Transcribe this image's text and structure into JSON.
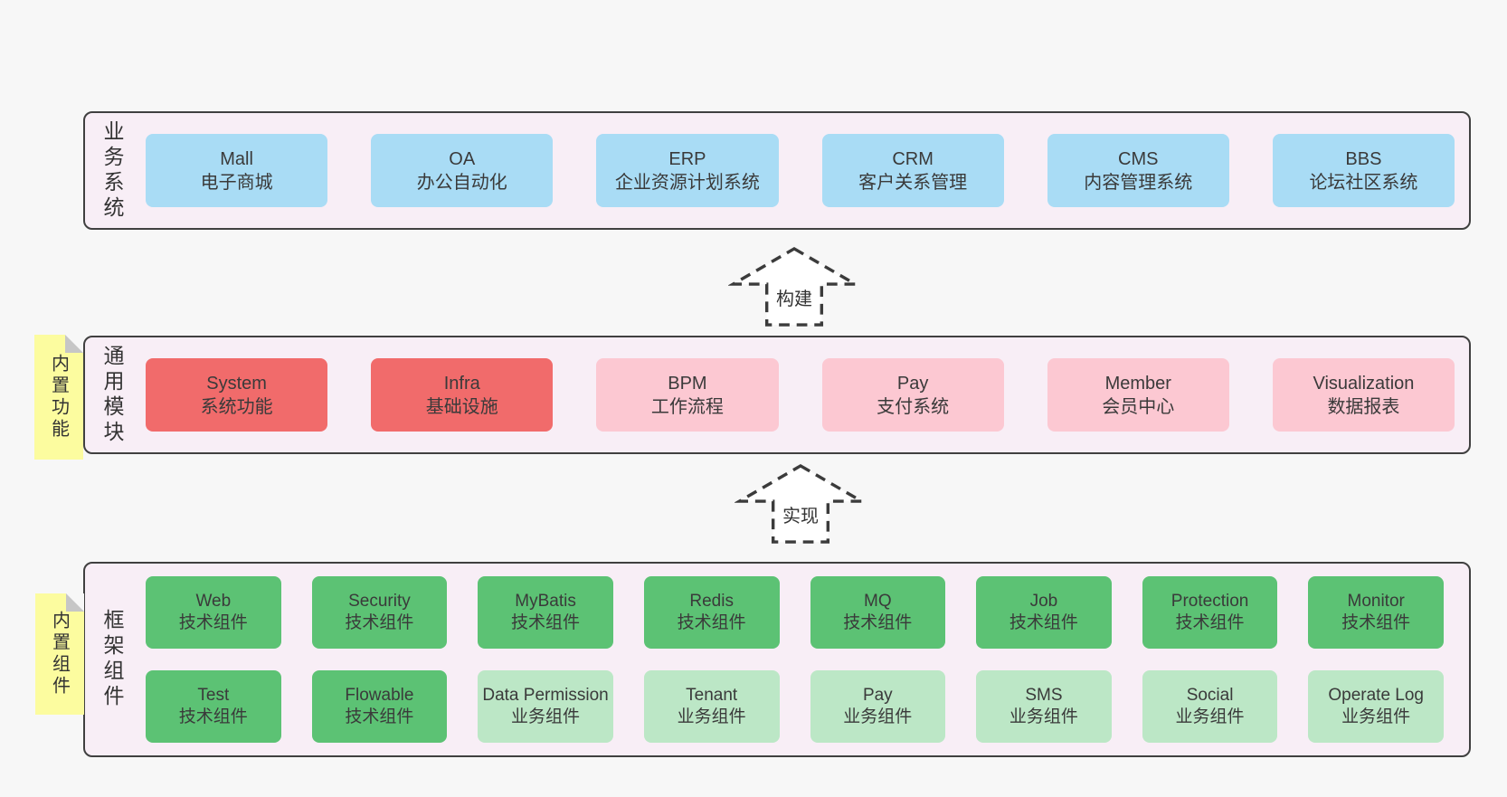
{
  "diagram": {
    "background": "#f7f7f7",
    "panel_fill": "#f8eef6",
    "panel_border": "#404040",
    "colors": {
      "business_box_blue": "#a9dcf5",
      "core_module_red": "#f16b6b",
      "module_pink": "#fcc8d2",
      "tech_component_green": "#5cc274",
      "biz_component_light_green": "#bce7c6",
      "sticky_yellow": "#fcfc9f",
      "text": "#3a3a3a"
    },
    "arrows": [
      {
        "label": "构建"
      },
      {
        "label": "实现"
      }
    ],
    "sections": {
      "business": {
        "side_label": "业务系统",
        "boxes": [
          {
            "name": "Mall",
            "subtitle": "电子商城"
          },
          {
            "name": "OA",
            "subtitle": "办公自动化"
          },
          {
            "name": "ERP",
            "subtitle": "企业资源计划系统"
          },
          {
            "name": "CRM",
            "subtitle": "客户关系管理"
          },
          {
            "name": "CMS",
            "subtitle": "内容管理系统"
          },
          {
            "name": "BBS",
            "subtitle": "论坛社区系统"
          }
        ]
      },
      "modules": {
        "side_label": "通用模块",
        "sticky": "内置功能",
        "boxes": [
          {
            "name": "System",
            "subtitle": "系统功能",
            "color": "red"
          },
          {
            "name": "Infra",
            "subtitle": "基础设施",
            "color": "red"
          },
          {
            "name": "BPM",
            "subtitle": "工作流程",
            "color": "pink"
          },
          {
            "name": "Pay",
            "subtitle": "支付系统",
            "color": "pink"
          },
          {
            "name": "Member",
            "subtitle": "会员中心",
            "color": "pink"
          },
          {
            "name": "Visualization",
            "subtitle": "数据报表",
            "color": "pink"
          }
        ]
      },
      "framework": {
        "side_label": "框架组件",
        "sticky": "内置组件",
        "row1": [
          {
            "name": "Web",
            "subtitle": "技术组件",
            "tone": "dark"
          },
          {
            "name": "Security",
            "subtitle": "技术组件",
            "tone": "dark"
          },
          {
            "name": "MyBatis",
            "subtitle": "技术组件",
            "tone": "dark"
          },
          {
            "name": "Redis",
            "subtitle": "技术组件",
            "tone": "dark"
          },
          {
            "name": "MQ",
            "subtitle": "技术组件",
            "tone": "dark"
          },
          {
            "name": "Job",
            "subtitle": "技术组件",
            "tone": "dark"
          },
          {
            "name": "Protection",
            "subtitle": "技术组件",
            "tone": "dark"
          },
          {
            "name": "Monitor",
            "subtitle": "技术组件",
            "tone": "dark"
          }
        ],
        "row2": [
          {
            "name": "Test",
            "subtitle": "技术组件",
            "tone": "dark"
          },
          {
            "name": "Flowable",
            "subtitle": "技术组件",
            "tone": "dark"
          },
          {
            "name": "Data Permission",
            "subtitle": "业务组件",
            "tone": "light"
          },
          {
            "name": "Tenant",
            "subtitle": "业务组件",
            "tone": "light"
          },
          {
            "name": "Pay",
            "subtitle": "业务组件",
            "tone": "light"
          },
          {
            "name": "SMS",
            "subtitle": "业务组件",
            "tone": "light"
          },
          {
            "name": "Social",
            "subtitle": "业务组件",
            "tone": "light"
          },
          {
            "name": "Operate Log",
            "subtitle": "业务组件",
            "tone": "light"
          }
        ]
      }
    }
  }
}
